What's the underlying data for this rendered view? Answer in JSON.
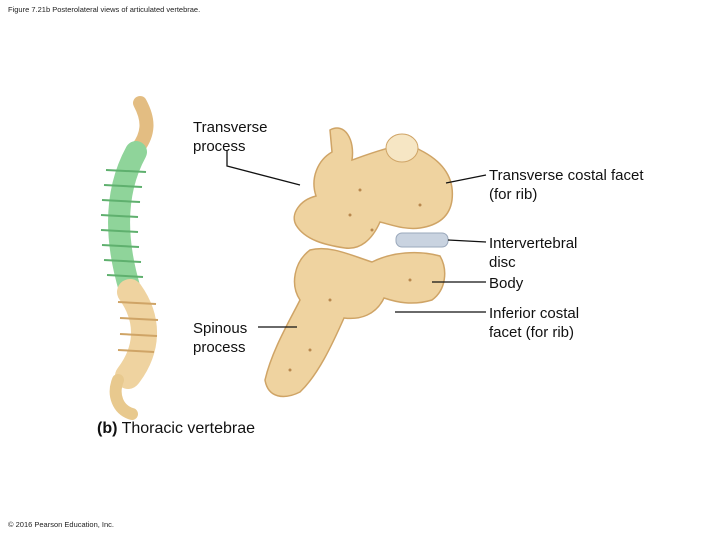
{
  "figure_caption": "Figure 7.21b Posterolateral views of articulated vertebrae.",
  "subtitle": {
    "tag": "(b)",
    "text": "Thoracic vertebrae"
  },
  "labels": {
    "transverse_process": "Transverse process",
    "transverse_costal_facet": "Transverse costal facet (for rib)",
    "intervertebral_disc": "Intervertebral disc",
    "body": "Body",
    "spinous_process": "Spinous process",
    "inferior_costal_facet": "Inferior costal facet (for rib)"
  },
  "copyright": "© 2016 Pearson Education, Inc.",
  "colors": {
    "bone": "#efd3a0",
    "bone_shadow": "#cfa466",
    "thoracic_highlight": "#8fd49a",
    "disc": "#c9d3e0"
  }
}
